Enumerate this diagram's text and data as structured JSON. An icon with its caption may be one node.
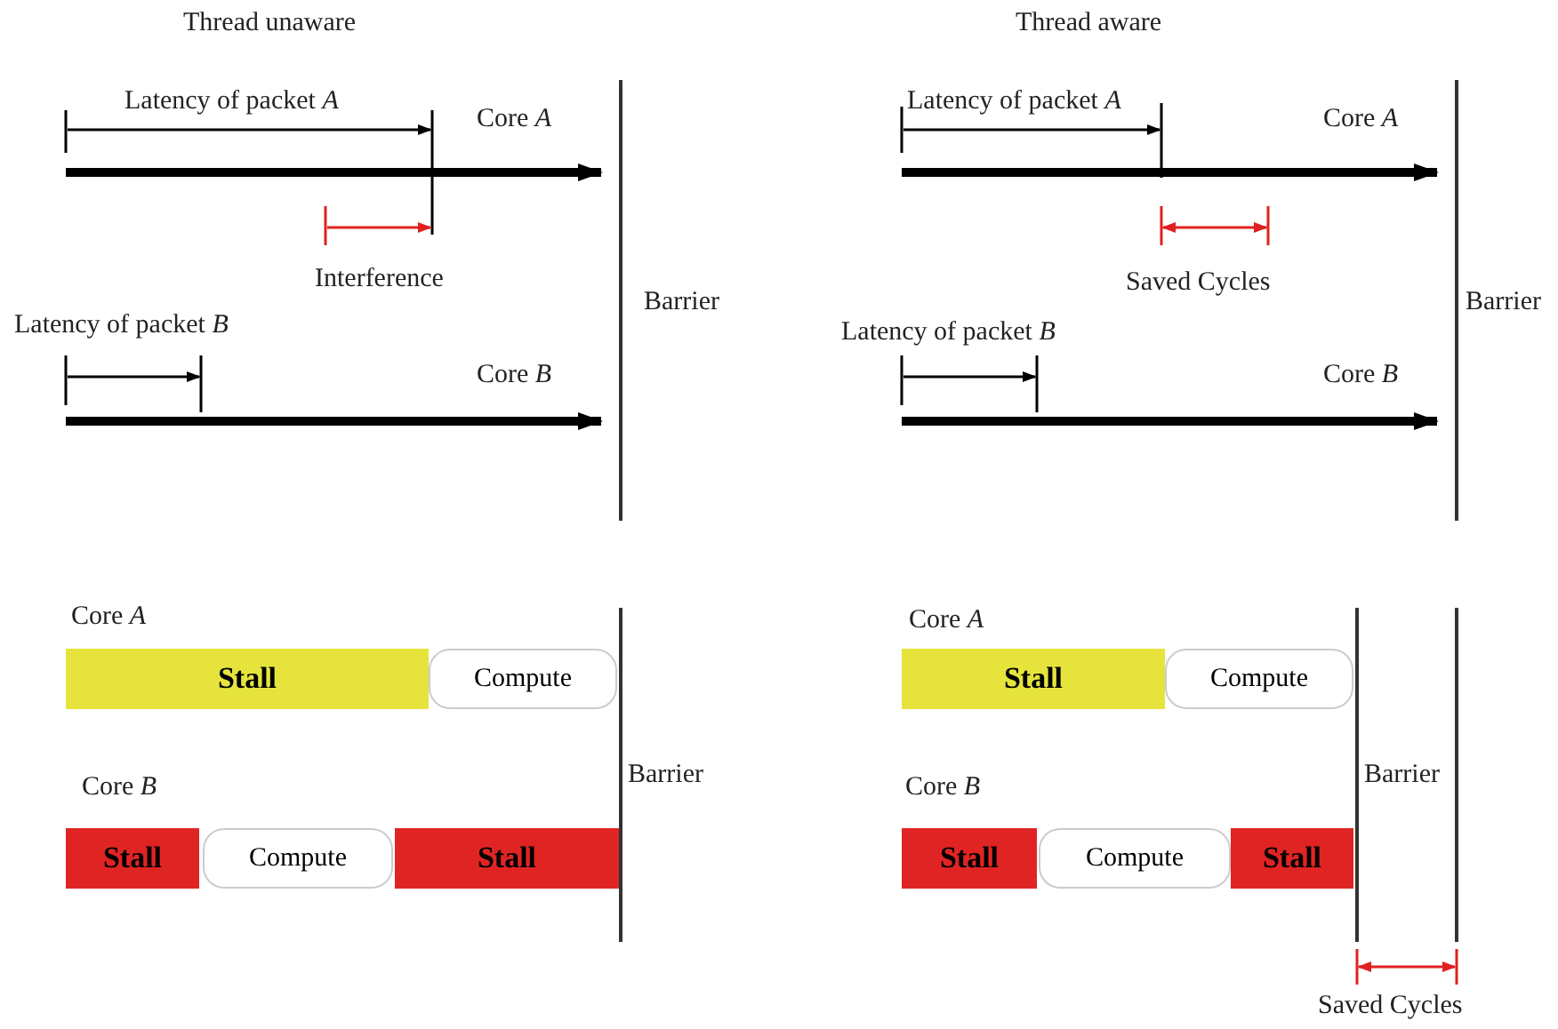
{
  "diagram": {
    "nodes": [
      {
        "text": [
          "Stall"
        ]
      },
      {
        "text": [
          "Compute"
        ]
      },
      {
        "text": [
          "Stall"
        ]
      },
      {
        "text": [
          "Compute"
        ]
      },
      {
        "text": [
          "Stall"
        ]
      },
      {
        "text": [
          "Stall"
        ]
      },
      {
        "text": [
          "Compute"
        ]
      },
      {
        "text": [
          "Stall"
        ]
      },
      {
        "text": [
          "Compute"
        ]
      },
      {
        "text": [
          "Stall"
        ]
      }
    ],
    "edges": [],
    "labels": [
      "Thread unaware",
      "Thread aware",
      "Latency of packet *A*",
      "Core *A*",
      "Interference",
      "Latency of packet *B*",
      "Core *B*",
      "Barrier",
      "Latency of packet *A*",
      "Core *A*",
      "Saved Cycles",
      "Latency of packet *B*",
      "Core *B*",
      "Barrier",
      "Core *A*",
      "Core *B*",
      "Barrier",
      "Core *A*",
      "Core *B*",
      "Barrier",
      "Saved Cycles"
    ]
  }
}
